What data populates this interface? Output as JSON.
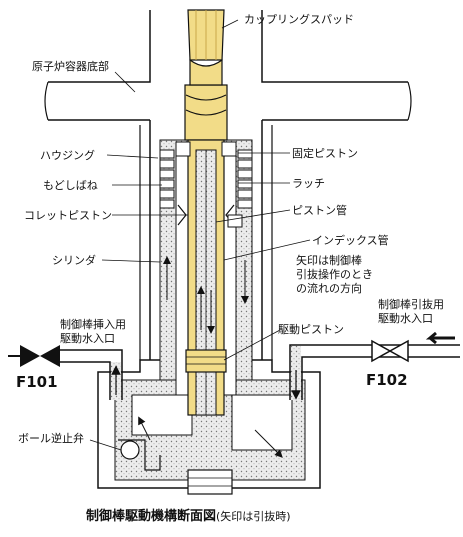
{
  "colors": {
    "ink": "#111111",
    "rod": "#f2dc88",
    "rod_dark": "#c9a84a",
    "water": "#e9e9e9",
    "housing": "#ffffff"
  },
  "labels": {
    "coupling_spud": "カップリングスパッド",
    "vessel_bottom": "原子炉容器底部",
    "housing": "ハウジング",
    "fixed_piston": "固定ピストン",
    "return_spring": "もどしばね",
    "latch": "ラッチ",
    "collet_piston": "コレットピストン",
    "piston_tube": "ピストン管",
    "index_tube": "インデックス管",
    "arrow_note_1": "矢印は制御棒",
    "arrow_note_2": "引抜操作のとき",
    "arrow_note_3": "の流れの方向",
    "cylinder": "シリンダ",
    "insert_inlet_1": "制御棒挿入用",
    "insert_inlet_2": "駆動水入口",
    "withdraw_inlet_1": "制御棒引抜用",
    "withdraw_inlet_2": "駆動水入口",
    "drive_piston": "駆動ピストン",
    "valve_f101": "F101",
    "valve_f102": "F102",
    "ball_check_valve": "ボール逆止弁"
  },
  "caption": {
    "main": "制御棒駆動機構断面図",
    "sub": "(矢印は引抜時)"
  }
}
